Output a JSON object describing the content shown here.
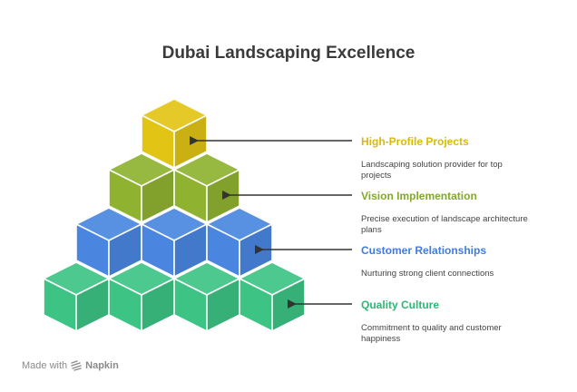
{
  "title": "Dubai Landscaping Excellence",
  "levels": [
    {
      "title": "High-Profile Projects",
      "description": "Landscaping solution provider for top projects",
      "color": "#e2c415"
    },
    {
      "title": "Vision Implementation",
      "description": "Precise execution of landscape architecture plans",
      "color": "#8fb331"
    },
    {
      "title": "Customer Relationships",
      "description": "Nurturing strong client connections",
      "color": "#4a86e0"
    },
    {
      "title": "Quality Culture",
      "description": "Commitment to quality and customer happiness",
      "color": "#3dc384"
    }
  ],
  "watermark": {
    "prefix": "Made with",
    "brand": "Napkin",
    "icon": "napkin-logo-icon"
  }
}
